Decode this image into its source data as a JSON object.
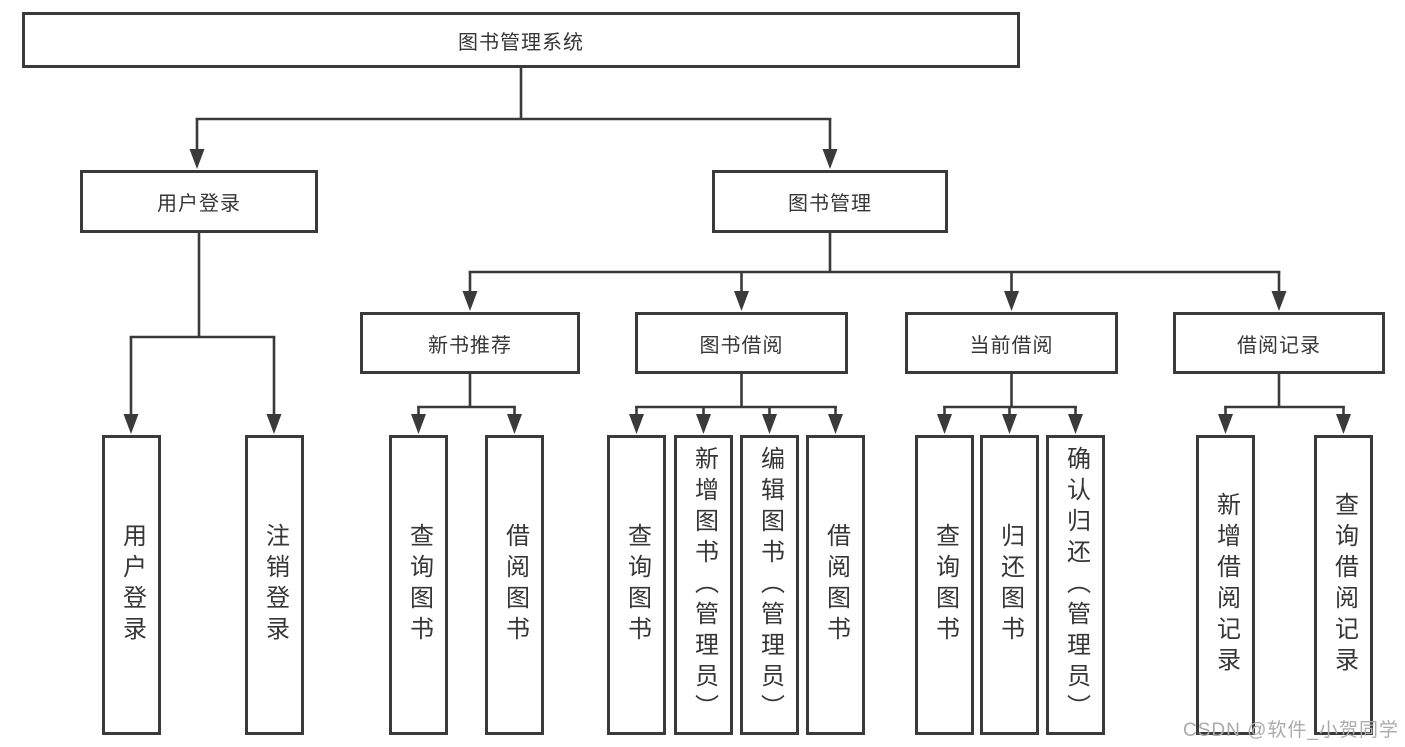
{
  "diagram_type": "hierarchy-tree",
  "colors": {
    "line": "#3a3a3a",
    "box_border": "#3a3a3a",
    "text": "#363636",
    "background": "#ffffff",
    "watermark": "#ababab"
  },
  "tree": {
    "label": "图书管理系统",
    "children": [
      {
        "label": "用户登录",
        "children": [
          {
            "label": "用户登录"
          },
          {
            "label": "注销登录"
          }
        ]
      },
      {
        "label": "图书管理",
        "children": [
          {
            "label": "新书推荐",
            "children": [
              {
                "label": "查询图书"
              },
              {
                "label": "借阅图书"
              }
            ]
          },
          {
            "label": "图书借阅",
            "children": [
              {
                "label": "查询图书"
              },
              {
                "label": "新增图书（管理员）"
              },
              {
                "label": "编辑图书（管理员）"
              },
              {
                "label": "借阅图书"
              }
            ]
          },
          {
            "label": "当前借阅",
            "children": [
              {
                "label": "查询图书"
              },
              {
                "label": "归还图书"
              },
              {
                "label": "确认归还（管理员）"
              }
            ]
          },
          {
            "label": "借阅记录",
            "children": [
              {
                "label": "新增借阅记录"
              },
              {
                "label": "查询借阅记录"
              }
            ]
          }
        ]
      }
    ]
  },
  "watermark": "CSDN @软件_小贺同学"
}
